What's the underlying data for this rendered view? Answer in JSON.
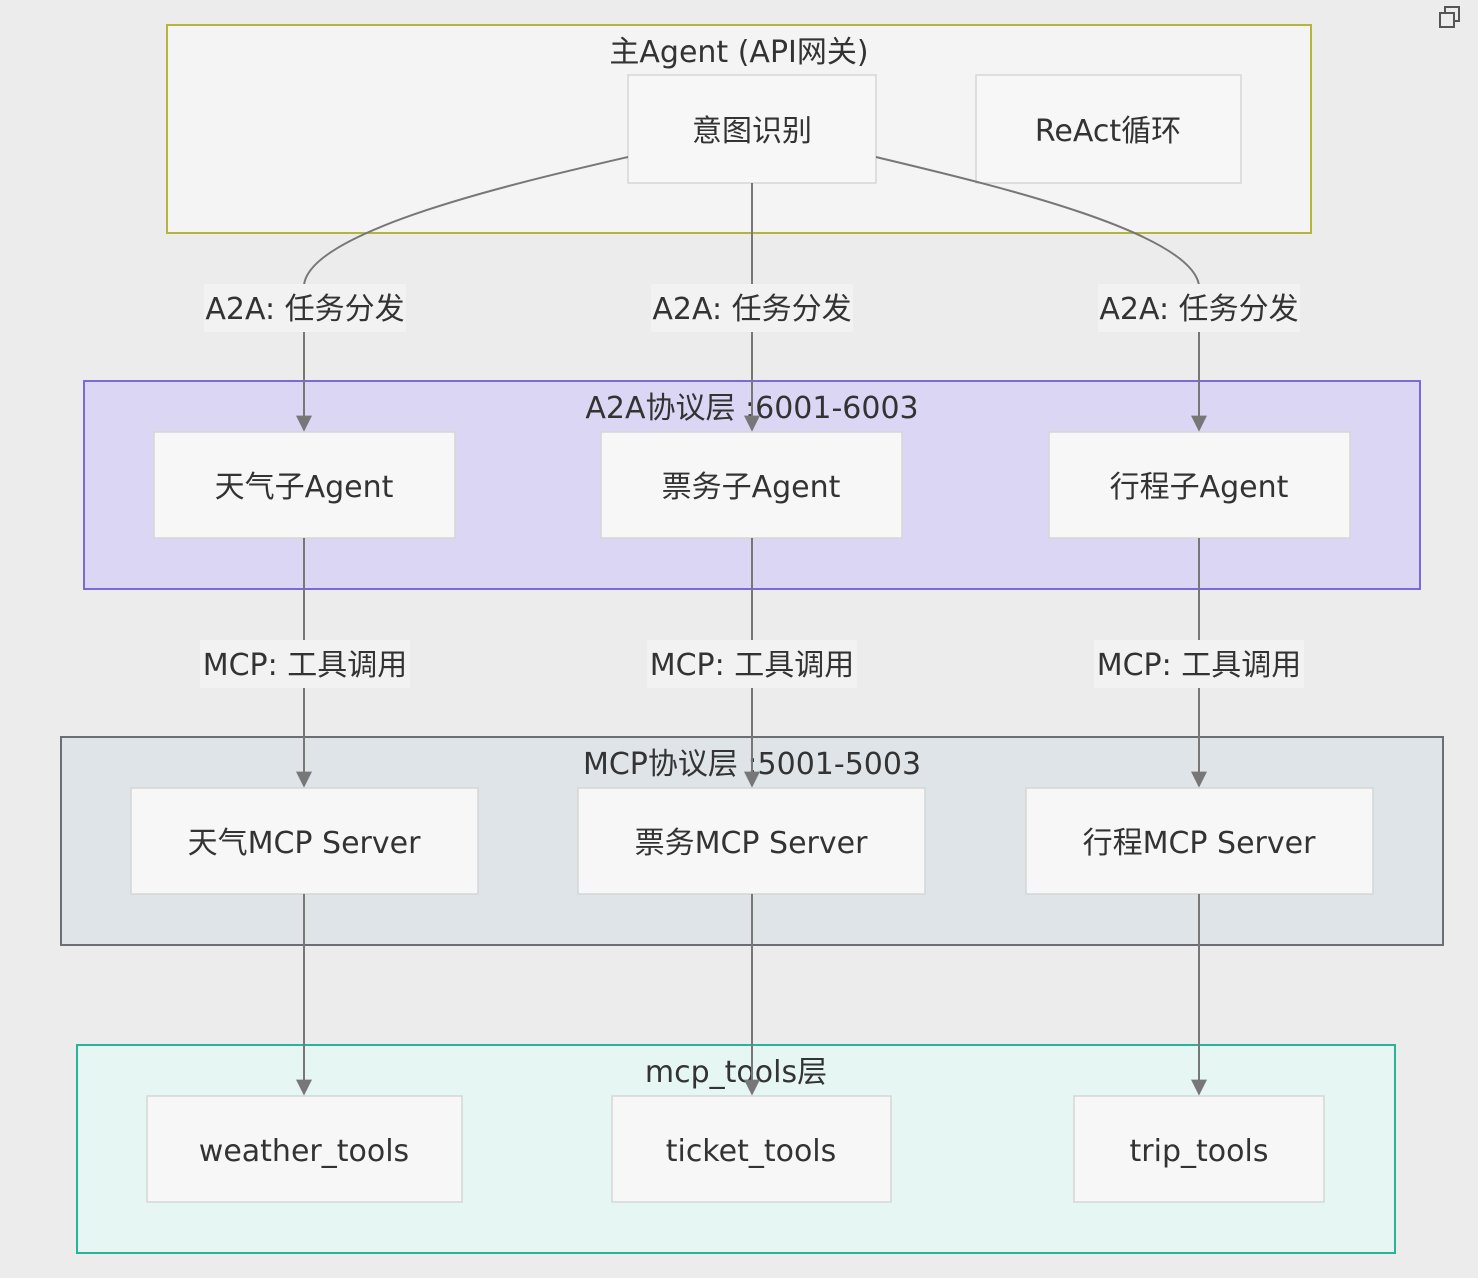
{
  "groups": {
    "main_agent": {
      "title": "主Agent (API网关)"
    },
    "a2a_layer": {
      "title": "A2A协议层 :6001-6003"
    },
    "mcp_layer": {
      "title": "MCP协议层 :5001-5003"
    },
    "tools_layer": {
      "title": "mcp_tools层"
    }
  },
  "nodes": {
    "intent": "意图识别",
    "react": "ReAct循环",
    "weather_agent": "天气子Agent",
    "ticket_agent": "票务子Agent",
    "trip_agent": "行程子Agent",
    "weather_mcp": "天气MCP Server",
    "ticket_mcp": "票务MCP Server",
    "trip_mcp": "行程MCP Server",
    "weather_tools": "weather_tools",
    "ticket_tools": "ticket_tools",
    "trip_tools": "trip_tools"
  },
  "edge_labels": {
    "a2a_left": "A2A: 任务分发",
    "a2a_mid": "A2A: 任务分发",
    "a2a_right": "A2A: 任务分发",
    "mcp_left": "MCP: 工具调用",
    "mcp_mid": "MCP: 工具调用",
    "mcp_right": "MCP: 工具调用"
  },
  "toolbar": {
    "copy_icon": "copy-icon"
  }
}
